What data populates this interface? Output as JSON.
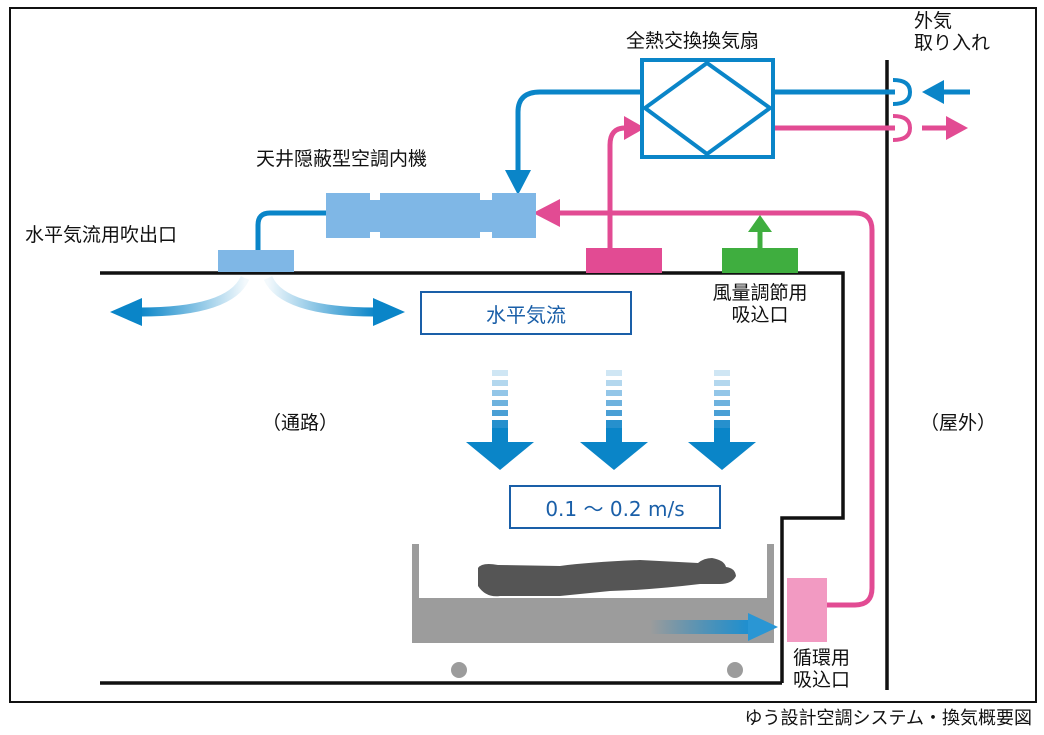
{
  "labels": {
    "heat_exchanger": "全熱交換換気扇",
    "outside_air_line1": "外気",
    "outside_air_line2": "取り入れ",
    "ceiling_ac_unit": "天井隠蔽型空調内機",
    "horizontal_outlet": "水平気流用吹出口",
    "airflow_intake_line1": "風量調節用",
    "airflow_intake_line2": "吸込口",
    "corridor": "（通路）",
    "outdoor": "（屋外）",
    "circulation_intake_line1": "循環用",
    "circulation_intake_line2": "吸込口",
    "caption": "ゆう設計空調システム・換気概要図"
  },
  "boxes": {
    "horizontal_flow": "水平気流",
    "velocity": "0.1 〜 0.2 m/s"
  },
  "colors": {
    "blue_duct": "#0a85c8",
    "pink_duct": "#e24b93",
    "unit_blue": "#7fb7e6",
    "green_intake": "#3fae3f",
    "pink_intake": "#f29ac2",
    "bed_gray": "#9c9c9c",
    "person_gray": "#555555",
    "frame_text_blue": "#1a5fa8"
  }
}
